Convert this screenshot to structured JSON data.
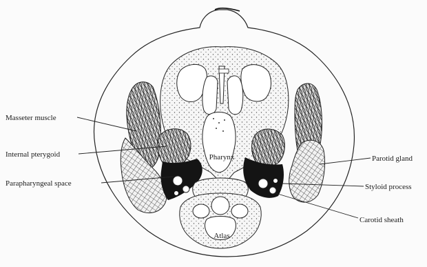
{
  "diagram": {
    "labels": {
      "masseter": "Masseter muscle",
      "internal_pterygoid": "Internal pterygoid",
      "parapharyngeal": "Parapharyngeal space",
      "pharynx": "Pharynx",
      "parotid": "Parotid gland",
      "styloid": "Styloid process",
      "carotid": "Carotid sheath",
      "atlas": "Atlas"
    },
    "colors": {
      "ink": "#222222",
      "bone_stipple": "#f4f4f4",
      "dark_space": "#141414"
    }
  }
}
